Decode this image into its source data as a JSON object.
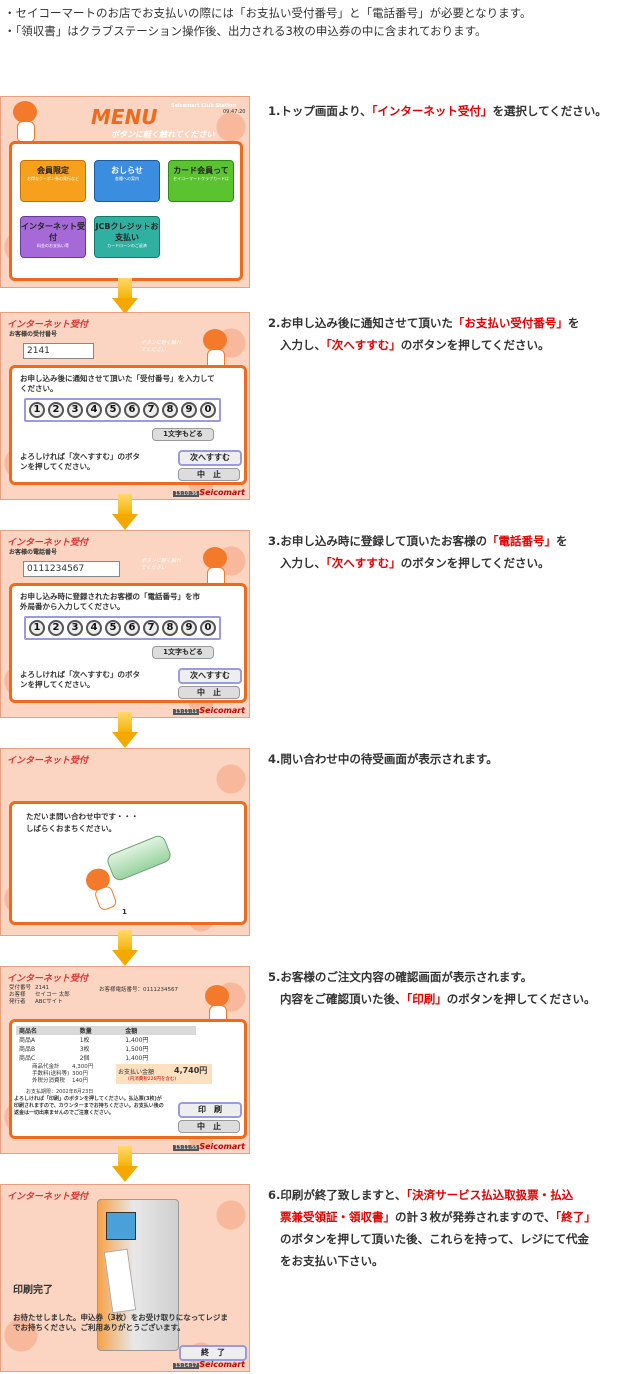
{
  "notes": [
    "・セイコーマートのお店でお支払いの際には「お支払い受付番号」と「電話番号」が必要となります。",
    "・「領収書」はクラブステーション操作後、出力される3枚の申込券の中に含まれております。"
  ],
  "steps": [
    {
      "pre": "1.トップ画面より、",
      "hl": "「インターネット受付」",
      "post": "を選択してください。"
    },
    {
      "pre": "2.お申し込み後に通知させて頂いた",
      "hl": "「お支払い受付番号」",
      "post": "を",
      "line2pre": "入力し、",
      "line2hl": "「次へすすむ」",
      "line2post": "のボタンを押してください。"
    },
    {
      "pre": "3.お申し込み時に登録して頂いたお客様の",
      "hl": "「電話番号」",
      "post": "を",
      "line2pre": "入力し、",
      "line2hl": "「次へすすむ」",
      "line2post": "のボタンを押してください。"
    },
    {
      "pre": "4.問い合わせ中の待受画面が表示されます。",
      "hl": "",
      "post": ""
    },
    {
      "pre": "5.お客様のご注文内容の確認画面が表示されます。",
      "hl": "",
      "post": "",
      "line2pre": "内容をご確認頂いた後、",
      "line2hl": "「印刷」",
      "line2post": "のボタンを押してください。"
    },
    {
      "pre": "6.印刷が終了致しますと、",
      "hl": "「決済サービス払込取扱票・払込",
      "line2hl": "票兼受領証・領収書」",
      "line2post": "の計３枚が発券されますので、",
      "line2hl2": "「終了」",
      "line3": "のボタンを押して頂いた後、これらを持って、レジにて代金",
      "line4": "をお支払い下さい。"
    }
  ],
  "screen1": {
    "title": "MENU",
    "time": "09:47:20",
    "subtitle": "ボタンに軽く触れてください",
    "brand": "Seicomart Club Station",
    "buttons": [
      {
        "label": "会員限定",
        "sub": "お得なクーポン券の発行など"
      },
      {
        "label": "おしらせ",
        "sub": "各種への案内"
      },
      {
        "label": "カード会員って",
        "sub": "セイコーマートクラブカードは"
      },
      {
        "label": "インターネット受付",
        "sub": "料金のお支払い等"
      },
      {
        "label": "JCBクレジットお支払い",
        "sub": "カードローンのご返済"
      }
    ]
  },
  "screen2": {
    "header": "インターネット受付",
    "field_label": "お客様の受付番号",
    "value": "2141",
    "hint": "ボタンに軽く触れてください",
    "instruction": "お申し込み後に通知させて頂いた「受付番号」を入力してください。",
    "digits": [
      "1",
      "2",
      "3",
      "4",
      "5",
      "6",
      "7",
      "8",
      "9",
      "0"
    ],
    "back": "1文字もどる",
    "confirm": "よろしければ「次へすすむ」のボタンを押してください。",
    "next": "次へすすむ",
    "stop": "中　止",
    "time": "13:10:36",
    "logo": "Seicomart"
  },
  "screen3": {
    "header": "インターネット受付",
    "field_label": "お客様の電話番号",
    "value": "0111234567",
    "hint": "ボタンに軽く触れてください",
    "instruction": "お申し込み時に登録されたお客様の「電話番号」を市外局番から入力してください。",
    "digits": [
      "1",
      "2",
      "3",
      "4",
      "5",
      "6",
      "7",
      "8",
      "9",
      "0"
    ],
    "back": "1文字もどる",
    "confirm": "よろしければ「次へすすむ」のボタンを押してください。",
    "next": "次へすすむ",
    "stop": "中　止",
    "time": "13:11:11",
    "logo": "Seicomart"
  },
  "screen4": {
    "header": "インターネット受付",
    "msg1": "ただいま問い合わせ中です・・・",
    "msg2": "しばらくおまちください。",
    "page": "1"
  },
  "screen5": {
    "header": "インターネット受付",
    "info": [
      [
        "受付番号",
        "2141"
      ],
      [
        "お客様",
        "セイコー 太郎"
      ],
      [
        "発行者",
        "ABCサイト"
      ]
    ],
    "phone": "お客様電話番号：0111234567",
    "cols": [
      "商品名",
      "数量",
      "金額"
    ],
    "rows": [
      [
        "商品A",
        "1枚",
        "1,400円"
      ],
      [
        "商品B",
        "3枚",
        "1,500円"
      ],
      [
        "商品C",
        "2個",
        "1,400円"
      ]
    ],
    "subtotals": [
      [
        "商品代金計",
        "4,300円"
      ],
      [
        "手数料(送料等)",
        "300円"
      ],
      [
        "外税分消費税",
        "140円"
      ]
    ],
    "total_label": "お支払い金額",
    "total": "4,740円",
    "tax_note": "(内消費税226円を含む)",
    "deadline": "お支払期限：2002年8月23日",
    "note": "よろしければ「印刷」のボタンを押してください。払込票(3枚)が印刷されますので、カウンターまでお持ちください。お支払い後の返金は一切出来ませんのでご注意ください。",
    "print": "印　刷",
    "stop": "中　止",
    "time": "13:11:55",
    "logo": "Seicomart"
  },
  "screen6": {
    "header": "インターネット受付",
    "done": "印刷完了",
    "msg": "お待たせしました。申込券（3枚）をお受け取りになってレジまでお持ちください。ご利用ありがとうございます。",
    "end": "終　了",
    "time": "13:14:17",
    "logo": "Seicomart"
  }
}
